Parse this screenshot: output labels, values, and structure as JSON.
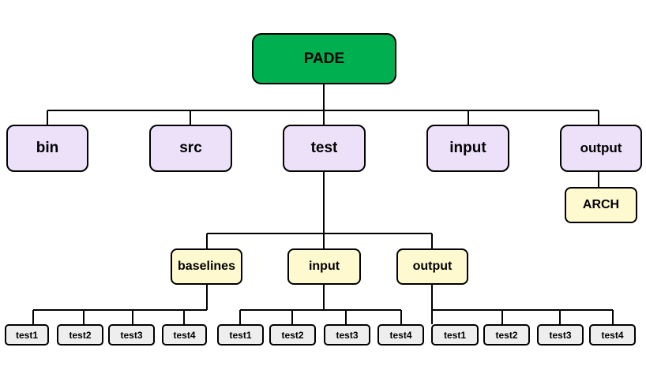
{
  "diagram": {
    "root": {
      "label": "PADE"
    },
    "level1": [
      {
        "label": "bin"
      },
      {
        "label": "src"
      },
      {
        "label": "test"
      },
      {
        "label": "input"
      },
      {
        "label": "output"
      }
    ],
    "arch": {
      "label": "ARCH"
    },
    "test_children": [
      {
        "label": "baselines"
      },
      {
        "label": "input"
      },
      {
        "label": "output"
      }
    ],
    "baselines_leaves": [
      {
        "label": "test1"
      },
      {
        "label": "test2"
      },
      {
        "label": "test3"
      },
      {
        "label": "test4"
      }
    ],
    "input_leaves": [
      {
        "label": "test1"
      },
      {
        "label": "test2"
      },
      {
        "label": "test3"
      },
      {
        "label": "test4"
      }
    ],
    "output_leaves": [
      {
        "label": "test1"
      },
      {
        "label": "test2"
      },
      {
        "label": "test3"
      },
      {
        "label": "test4"
      }
    ],
    "colors": {
      "root_fill": "#00b050",
      "level1_fill": "#ede1fa",
      "level2_fill": "#fff9cf",
      "leaf_fill": "#eeeeee",
      "stroke": "#000000"
    }
  }
}
